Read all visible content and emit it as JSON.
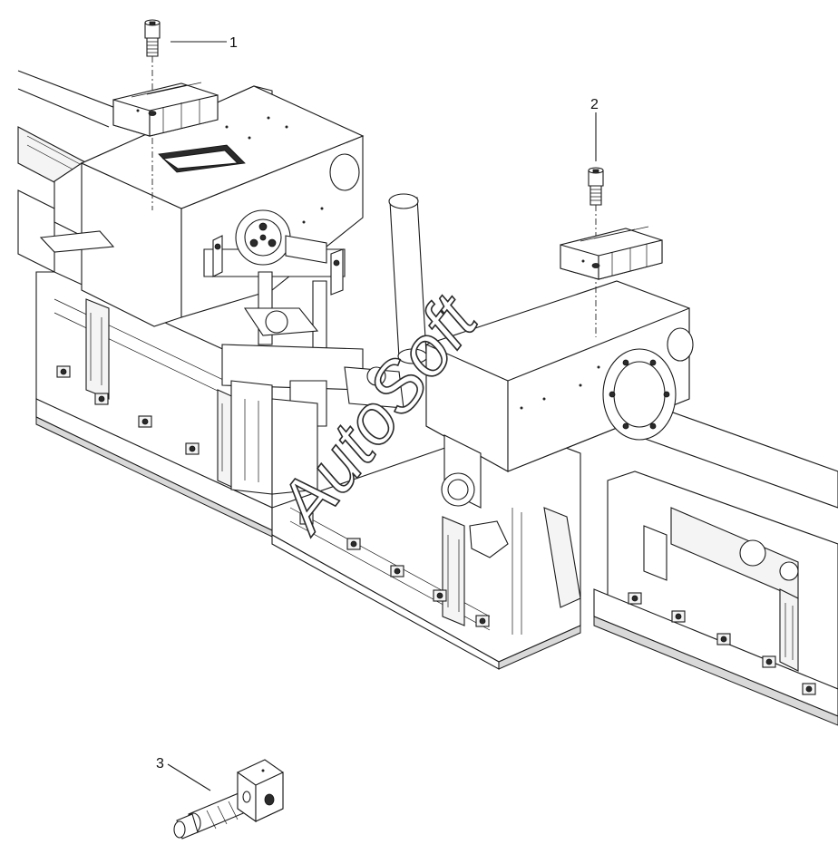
{
  "callouts": [
    {
      "id": "callout-1",
      "label": "1"
    },
    {
      "id": "callout-2",
      "label": "2"
    },
    {
      "id": "callout-3",
      "label": "3"
    }
  ],
  "watermark": "AutoSoft",
  "colors": {
    "line": "#1a1a1a",
    "background": "#ffffff",
    "shade": "#d9d9d9"
  }
}
